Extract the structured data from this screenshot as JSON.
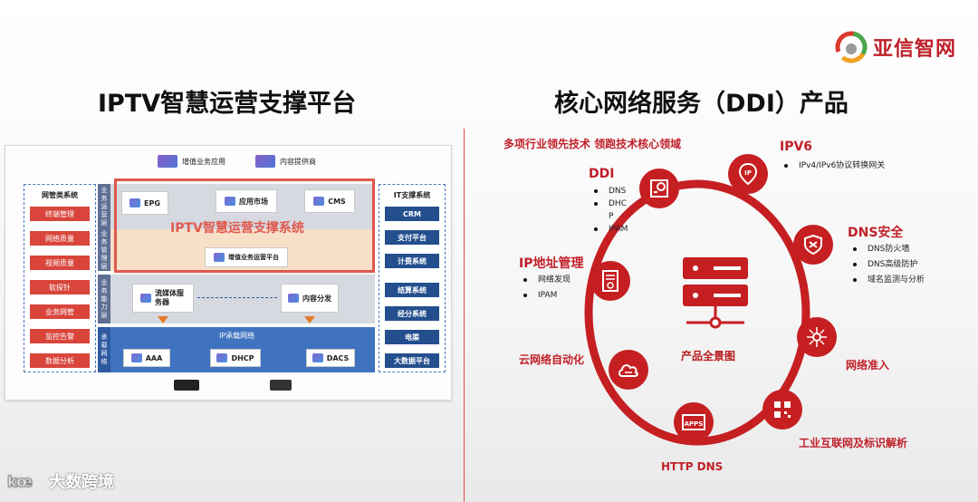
{
  "brand": {
    "name": "亚信智网"
  },
  "left": {
    "title": "IPTV智慧运营支撑平台",
    "top_nodes": [
      "增值业务应用",
      "内容提供商"
    ],
    "mgmt": {
      "title": "网管类系统",
      "items": [
        "终端管理",
        "网络质量",
        "视频质量",
        "软探针",
        "业务网管",
        "监控告警",
        "数据分析"
      ]
    },
    "it": {
      "title": "IT支撑系统",
      "items": [
        "CRM",
        "支付平台",
        "计费系统",
        "结算系统",
        "经分系统",
        "电渠",
        "大数据平台"
      ]
    },
    "layers": [
      "业务运营层",
      "业务管理层",
      "业务能力层",
      "承载网络"
    ],
    "nodes": {
      "epg": "EPG",
      "app_market": "应用市场",
      "cms": "CMS",
      "vas_platform": "增值业务运营平台",
      "stream": "流媒体服务器",
      "dist": "内容分发",
      "aaa": "AAA",
      "dhcp": "DHCP",
      "dacs": "DACS"
    },
    "overlay_title": "IPTV智慧运营支撑系统",
    "network_label": "IP承载网络"
  },
  "right": {
    "title": "核心网络服务（DDI）产品",
    "tagline": "多项行业领先技术 领跑技术核心领域",
    "center_label": "产品全景图",
    "ipv6": {
      "title": "IPV6",
      "items": [
        "IPv4/IPv6协议转换网关"
      ]
    },
    "ddi": {
      "title": "DDI",
      "items": [
        "DNS",
        "DHC",
        "P",
        "IPAM"
      ]
    },
    "dns_security": {
      "title": "DNS安全",
      "items": [
        "DNS防火墙",
        "DNS高级防护",
        "域名监测与分析"
      ]
    },
    "ipam": {
      "title": "IP地址管理",
      "items": [
        "网络发现",
        "IPAM"
      ]
    },
    "cloud": "云网络自动化",
    "access": "网络准入",
    "http_dns": "HTTP DNS",
    "iiot": "工业互联网及标识解析",
    "apps_icon_text": "APPS",
    "ip_icon_text": "IP"
  },
  "watermark": {
    "text": "大数跨境"
  },
  "colors": {
    "accent_red": "#c51f22",
    "network_blue": "#3f73c0",
    "dark_blue": "#234f8e"
  }
}
